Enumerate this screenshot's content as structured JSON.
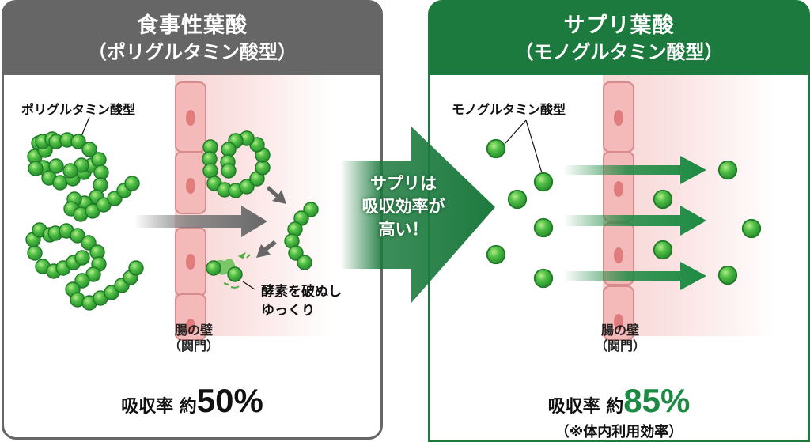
{
  "left_panel": {
    "title": "食事性葉酸",
    "subtitle": "（ポリグルタミン酸型）",
    "molecule_label": "ポリグルタミン酸型",
    "enzyme_label_line1": "酵素を破ぬし",
    "enzyme_label_line2": "ゆっくり",
    "wall_label_line1": "腸の壁",
    "wall_label_line2": "（関門）",
    "rate_prefix": "吸収率 約",
    "rate_value": "50%",
    "header_color": "#666666"
  },
  "right_panel": {
    "title": "サプリ葉酸",
    "subtitle": "（モノグルタミン酸型）",
    "molecule_label": "モノグルタミン酸型",
    "wall_label_line1": "腸の壁",
    "wall_label_line2": "（関門）",
    "rate_prefix": "吸収率 約",
    "rate_value": "85%",
    "rate_note": "（※体内利用効率）",
    "header_color": "#1c7a3e"
  },
  "center_arrow": {
    "line1": "サプリは",
    "line2": "吸収効率が",
    "line3": "高い！",
    "color": "#1c7a3e"
  },
  "colors": {
    "molecule_green": "#3fae3f",
    "cell_pink": "#f4b9b9",
    "gray_arrow": "#666666",
    "green_accent": "#1c8a42"
  }
}
